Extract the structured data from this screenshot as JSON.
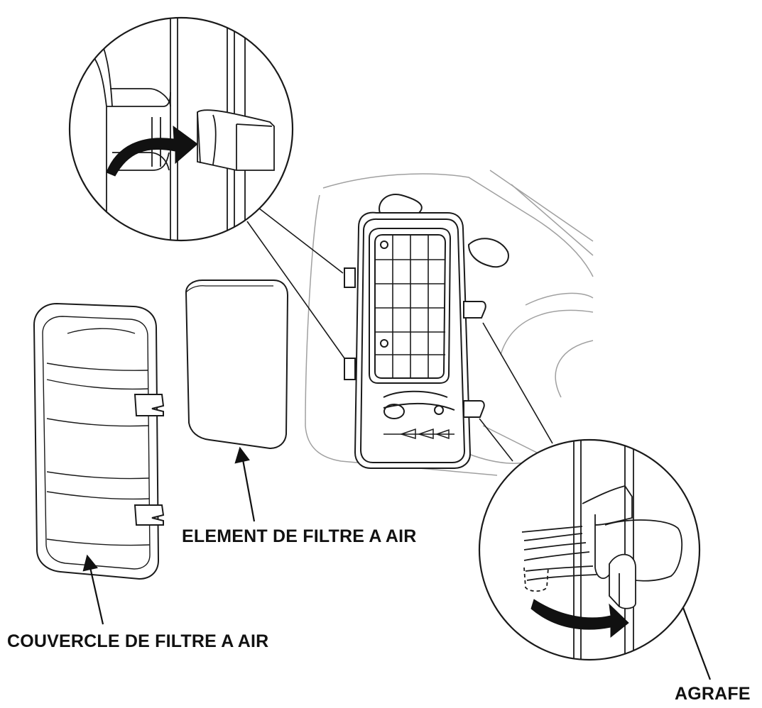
{
  "diagram": {
    "labels": {
      "element": "ELEMENT DE FILTRE A AIR",
      "cover": "COUVERCLE DE FILTRE A AIR",
      "clip": "AGRAFE"
    },
    "colors": {
      "line": "#1a1a1a",
      "faint_line": "#9a9a9a",
      "arrow_fill": "#111111",
      "background": "#ffffff"
    }
  }
}
